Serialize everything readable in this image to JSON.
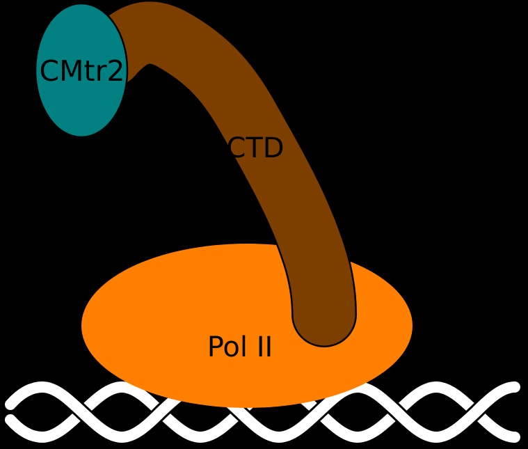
{
  "canvas": {
    "background": "#000000"
  },
  "diagram": {
    "label_color": "#000000",
    "cmtr2": {
      "label": "CMtr2",
      "shape": "ellipse",
      "fill": "#008080",
      "outline": "#000000"
    },
    "ctd": {
      "label": "CTD",
      "shape": "curved-band",
      "fill": "#7d3f00",
      "outline": "#000000"
    },
    "polii": {
      "label": "Pol II",
      "shape": "ellipse",
      "fill": "#ff8000"
    },
    "dna": {
      "shape": "double-helix",
      "fill": "#ffffff",
      "outline": "#000000"
    }
  }
}
